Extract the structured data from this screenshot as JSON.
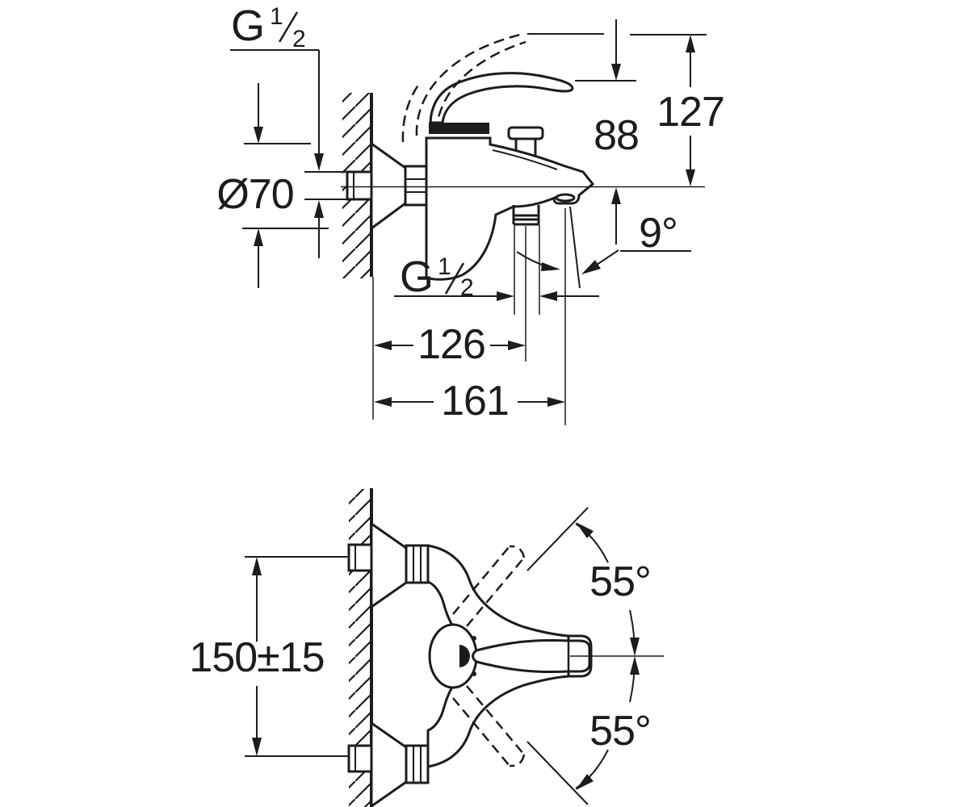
{
  "drawing": {
    "type": "technical-dimension-drawing",
    "subject": "wall-mounted single-lever bath shower mixer",
    "ink_color": "#1c1c1c",
    "background": "#ffffff"
  },
  "side_view": {
    "thread_inlet": {
      "sym": "G",
      "num": "1",
      "den": "2"
    },
    "thread_outlet": {
      "sym": "G",
      "num": "1",
      "den": "2"
    },
    "escutcheon_dia": "Ø70",
    "height_handle": "88",
    "height_open_handle": "127",
    "spout_angle": "9°",
    "wall_to_outlet": "126",
    "wall_to_spout": "161"
  },
  "front_view": {
    "connection_spacing": "150±15",
    "lever_swing_up": "55°",
    "lever_swing_down": "55°"
  }
}
